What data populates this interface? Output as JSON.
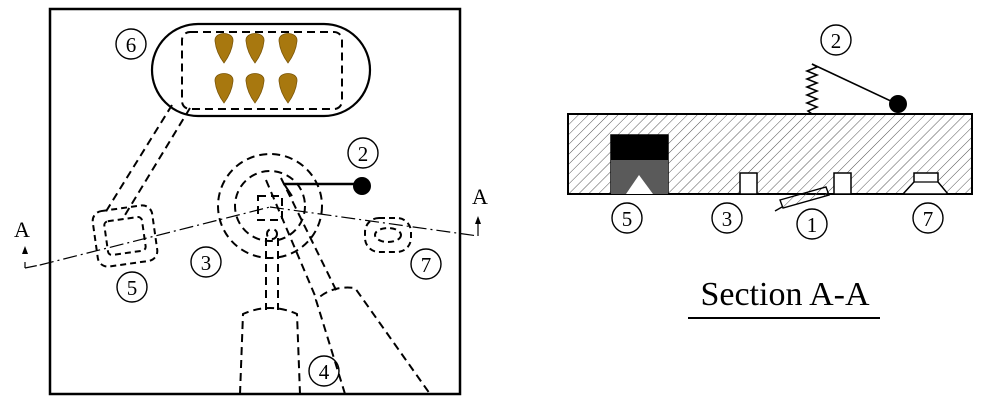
{
  "plan_view": {
    "section_marker_left": "A",
    "section_marker_right": "A",
    "labels": {
      "c6": "6",
      "c2": "2",
      "c3": "3",
      "c5": "5",
      "c7": "7",
      "c4": "4"
    }
  },
  "section_view": {
    "title": "Section A-A",
    "labels": {
      "c2": "2",
      "c5": "5",
      "c3": "3",
      "c1": "1",
      "c7": "7"
    }
  },
  "colors": {
    "seed": "#a8780f",
    "hatch": "#555555",
    "dark_block": "#000000",
    "gray_block": "#5a5a5a"
  }
}
